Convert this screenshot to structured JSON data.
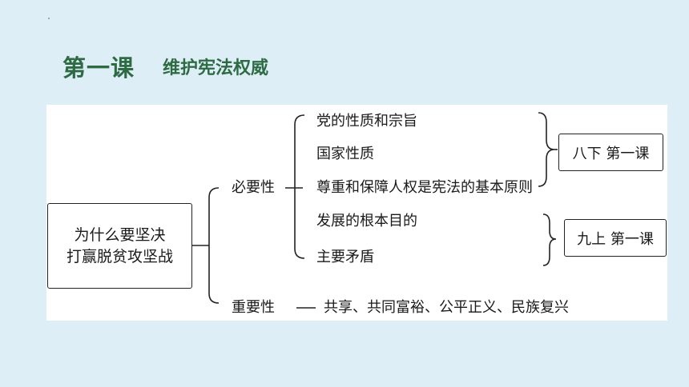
{
  "header": {
    "lesson": "第一课",
    "topic": "维护宪法权威"
  },
  "diagram": {
    "root": {
      "line1": "为什么要坚决",
      "line2": "打赢脱贫攻坚战"
    },
    "necessity": {
      "label": "必要性",
      "items": [
        "党的性质和宗旨",
        "国家性质",
        "尊重和保障人权是宪法的基本原则",
        "发展的根本目的",
        "主要矛盾"
      ],
      "ref_group1": "八下  第一课",
      "ref_group2": "九上  第一课"
    },
    "importance": {
      "label": "重要性",
      "dash": "——",
      "text": "共享、共同富裕、公平正义、民族复兴"
    }
  },
  "colors": {
    "background": "#ddeef7",
    "title_green": "#2e6b43",
    "panel": "#ffffff"
  }
}
